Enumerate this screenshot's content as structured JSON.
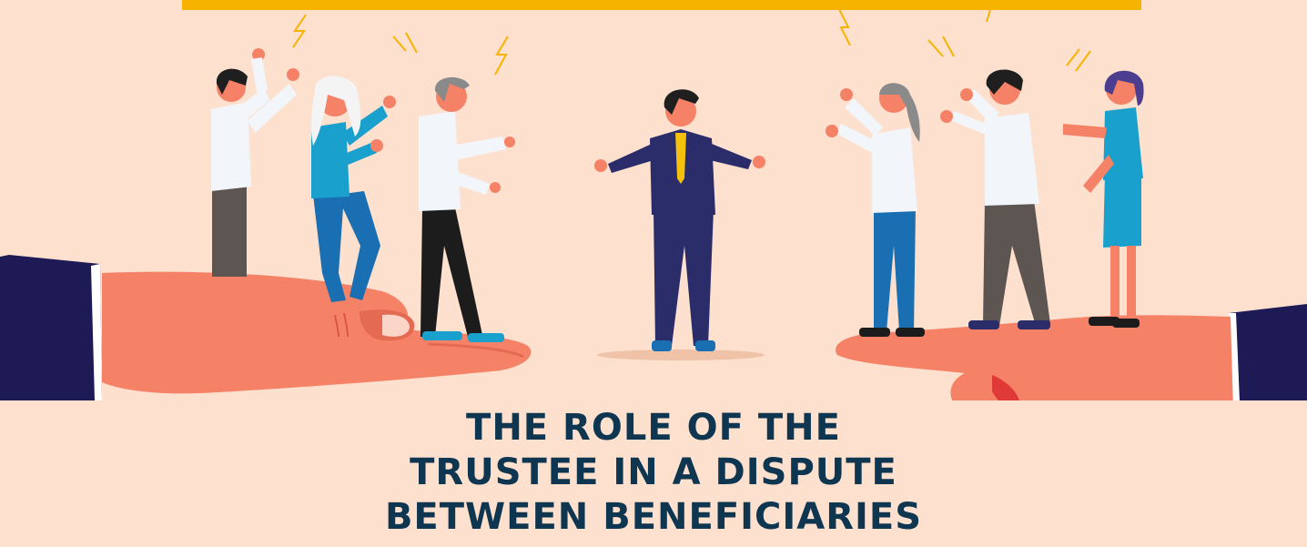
{
  "headline": {
    "lines": [
      "THE ROLE OF THE",
      "TRUSTEE IN A DISPUTE",
      "BETWEEN BENEFICIARIES"
    ]
  },
  "colors": {
    "background": "#fde0ce",
    "banner": "#f6b400",
    "headline": "#0f3650",
    "sleeve": "#1d1a55",
    "skin": "#f58267",
    "suit": "#2a2d6a",
    "tie": "#f4c20d",
    "white_shirt": "#f2f6fa",
    "blue_shirt": "#1aa0cc",
    "jeans": "#1a6fb3",
    "dark_pants": "#1c1c1c",
    "grey_pants": "#5c5552",
    "hair_dark": "#1f1f1f",
    "hair_white": "#f4f4f4",
    "hair_grey": "#8a8a8a",
    "lightning": "#f6b400"
  },
  "icons": [
    "lightning-bolt-icon",
    "anger-lines-icon"
  ]
}
